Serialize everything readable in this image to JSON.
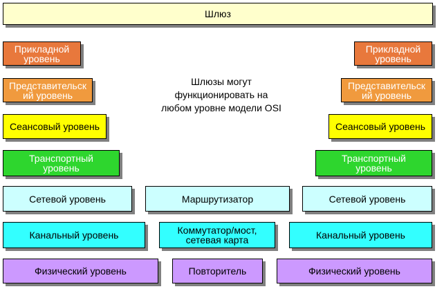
{
  "gateway": {
    "label": "Шлюз",
    "color": "#ffffcc"
  },
  "note": "Шлюзы могут\nфункционировать на\nлюбом уровне модели OSI",
  "layers": {
    "application": {
      "label": "Прикладной\nуровень",
      "color": "#e8783c"
    },
    "presentation": {
      "label": "Представительск\nий уровень",
      "color": "#f09a3e"
    },
    "session": {
      "label": "Сеансовый уровень",
      "color": "#ffff00"
    },
    "transport": {
      "label": "Транспортный\nуровень",
      "color": "#2ed62e"
    },
    "network": {
      "label": "Сетевой уровень",
      "color": "#ccffff"
    },
    "datalink": {
      "label": "Канальный уровень",
      "color": "#33ffff"
    },
    "physical": {
      "label": "Физический уровень",
      "color": "#cc99ff"
    }
  },
  "devices": {
    "router": {
      "label": "Маршрутизатор",
      "color": "#ccffff"
    },
    "switch": {
      "label": "Коммутатор/мост,\nсетевая карта",
      "color": "#33ffff"
    },
    "repeater": {
      "label": "Повторитель",
      "color": "#cc99ff"
    }
  }
}
